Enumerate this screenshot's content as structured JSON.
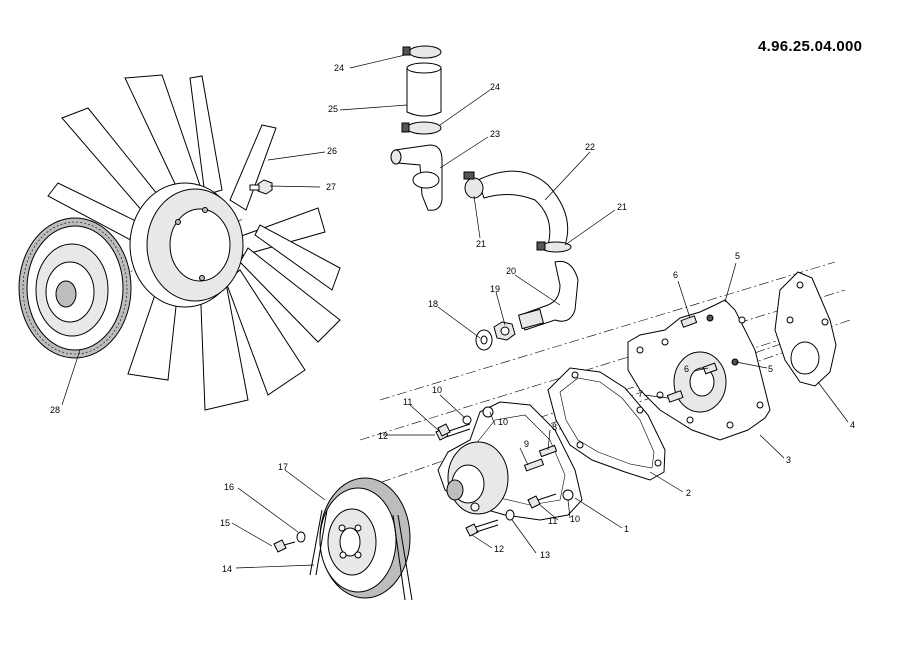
{
  "document_code": "4.96.25.04.000",
  "callouts": {
    "c1": "1",
    "c2": "2",
    "c3": "3",
    "c4": "4",
    "c5a": "5",
    "c5b": "5",
    "c6a": "6",
    "c6b": "6",
    "c7": "7",
    "c8": "8",
    "c9": "9",
    "c10a": "10",
    "c10b": "10",
    "c10c": "10",
    "c11a": "11",
    "c11b": "11",
    "c12a": "12",
    "c12b": "12",
    "c13": "13",
    "c14": "14",
    "c15": "15",
    "c16": "16",
    "c17": "17",
    "c18": "18",
    "c19": "19",
    "c20": "20",
    "c21a": "21",
    "c21b": "21",
    "c22": "22",
    "c23": "23",
    "c24a": "24",
    "c24b": "24",
    "c25": "25",
    "c26": "26",
    "c27": "27",
    "c28": "28"
  }
}
